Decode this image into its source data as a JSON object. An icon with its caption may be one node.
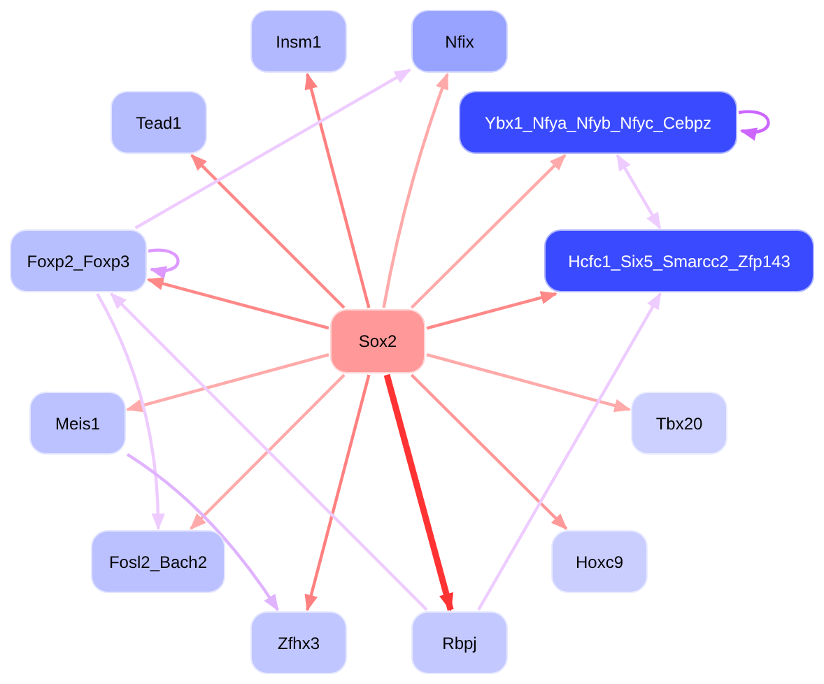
{
  "diagram": {
    "nodes": [
      {
        "text": [
          "Sox2"
        ]
      },
      {
        "text": [
          "Insm1"
        ]
      },
      {
        "text": [
          "Nfix"
        ]
      },
      {
        "text": [
          "Tead1"
        ]
      },
      {
        "text": [
          "Ybx1_Nfya_Nfyb_Nfyc_Cebpz"
        ]
      },
      {
        "text": [
          "Foxp2_Foxp3"
        ]
      },
      {
        "text": [
          "Hcfc1_Six5_Smarcc2_Zfp143"
        ]
      },
      {
        "text": [
          "Meis1"
        ]
      },
      {
        "text": [
          "Tbx20"
        ]
      },
      {
        "text": [
          "Fosl2_Bach2"
        ]
      },
      {
        "text": [
          "Hoxc9"
        ]
      },
      {
        "text": [
          "Zfhx3"
        ]
      },
      {
        "text": [
          "Rbpj"
        ]
      }
    ],
    "edges": [
      {
        "from": 0,
        "to": 1,
        "arrow": "to",
        "color": "#ff8080"
      },
      {
        "from": 0,
        "to": 2,
        "arrow": "to",
        "color": "#ffaaaa"
      },
      {
        "from": 0,
        "to": 3,
        "arrow": "to",
        "color": "#ff8888"
      },
      {
        "from": 0,
        "to": 4,
        "arrow": "to",
        "color": "#ffaaaa"
      },
      {
        "from": 0,
        "to": 5,
        "arrow": "to",
        "color": "#ff8888"
      },
      {
        "from": 0,
        "to": 6,
        "arrow": "to",
        "color": "#ff8888"
      },
      {
        "from": 0,
        "to": 7,
        "arrow": "to",
        "color": "#ffaaaa"
      },
      {
        "from": 0,
        "to": 8,
        "arrow": "to",
        "color": "#ffaaaa"
      },
      {
        "from": 0,
        "to": 9,
        "arrow": "to",
        "color": "#ffaaaa"
      },
      {
        "from": 0,
        "to": 10,
        "arrow": "to",
        "color": "#ff9999"
      },
      {
        "from": 0,
        "to": 11,
        "arrow": "to",
        "color": "#ff8080"
      },
      {
        "from": 0,
        "to": 12,
        "arrow": "to",
        "style": "thick",
        "color": "#ff3333"
      },
      {
        "from": 5,
        "to": 2,
        "arrow": "to",
        "color": "#eeccff"
      },
      {
        "from": 5,
        "to": 5,
        "arrow": "to",
        "color": "#dd99ff"
      },
      {
        "from": 4,
        "to": 4,
        "arrow": "to",
        "color": "#cc66ff"
      },
      {
        "from": 4,
        "to": 6,
        "arrow": "both",
        "color": "#eeccff"
      },
      {
        "from": 12,
        "to": 6,
        "arrow": "to",
        "color": "#eeccff"
      },
      {
        "from": 5,
        "to": 9,
        "arrow": "to",
        "color": "#eeccff"
      },
      {
        "from": 12,
        "to": 5,
        "arrow": "to",
        "color": "#eeccff"
      },
      {
        "from": 7,
        "to": 11,
        "arrow": "to",
        "color": "#e0b3ff"
      }
    ]
  }
}
